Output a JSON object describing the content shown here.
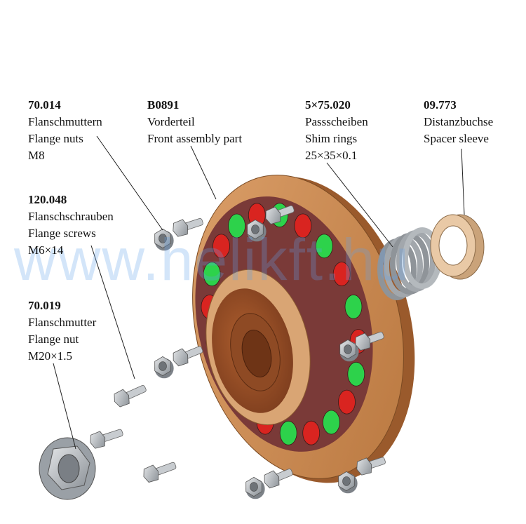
{
  "labels": {
    "flange_nuts": {
      "part_no": "70.014",
      "de": "Flanschmuttern",
      "en": "Flange nuts",
      "spec": "M8"
    },
    "front_part": {
      "part_no": "B0891",
      "de": "Vorderteil",
      "en": "Front assembly part"
    },
    "shim_rings": {
      "part_no": "5×75.020",
      "de": "Passscheiben",
      "en": "Shim rings",
      "spec": "25×35×0.1"
    },
    "spacer": {
      "part_no": "09.773",
      "de": "Distanzbuchse",
      "en": "Spacer sleeve"
    },
    "flange_screws": {
      "part_no": "120.048",
      "de": "Flanschschrauben",
      "en": "Flange screws",
      "spec": "M6×14"
    },
    "flange_nut": {
      "part_no": "70.019",
      "de": "Flanschmutter",
      "en": "Flange nut",
      "spec": "M20×1.5"
    }
  },
  "watermark": "www.helikft.hu",
  "colors": {
    "bronze": "#c98850",
    "bronze_dark": "#8f5632",
    "disc_maroon": "#7a3a38",
    "magnet_green": "#2dd24b",
    "magnet_red": "#d92420",
    "steel": "#b9bec4",
    "steel_dark": "#6e7378"
  }
}
